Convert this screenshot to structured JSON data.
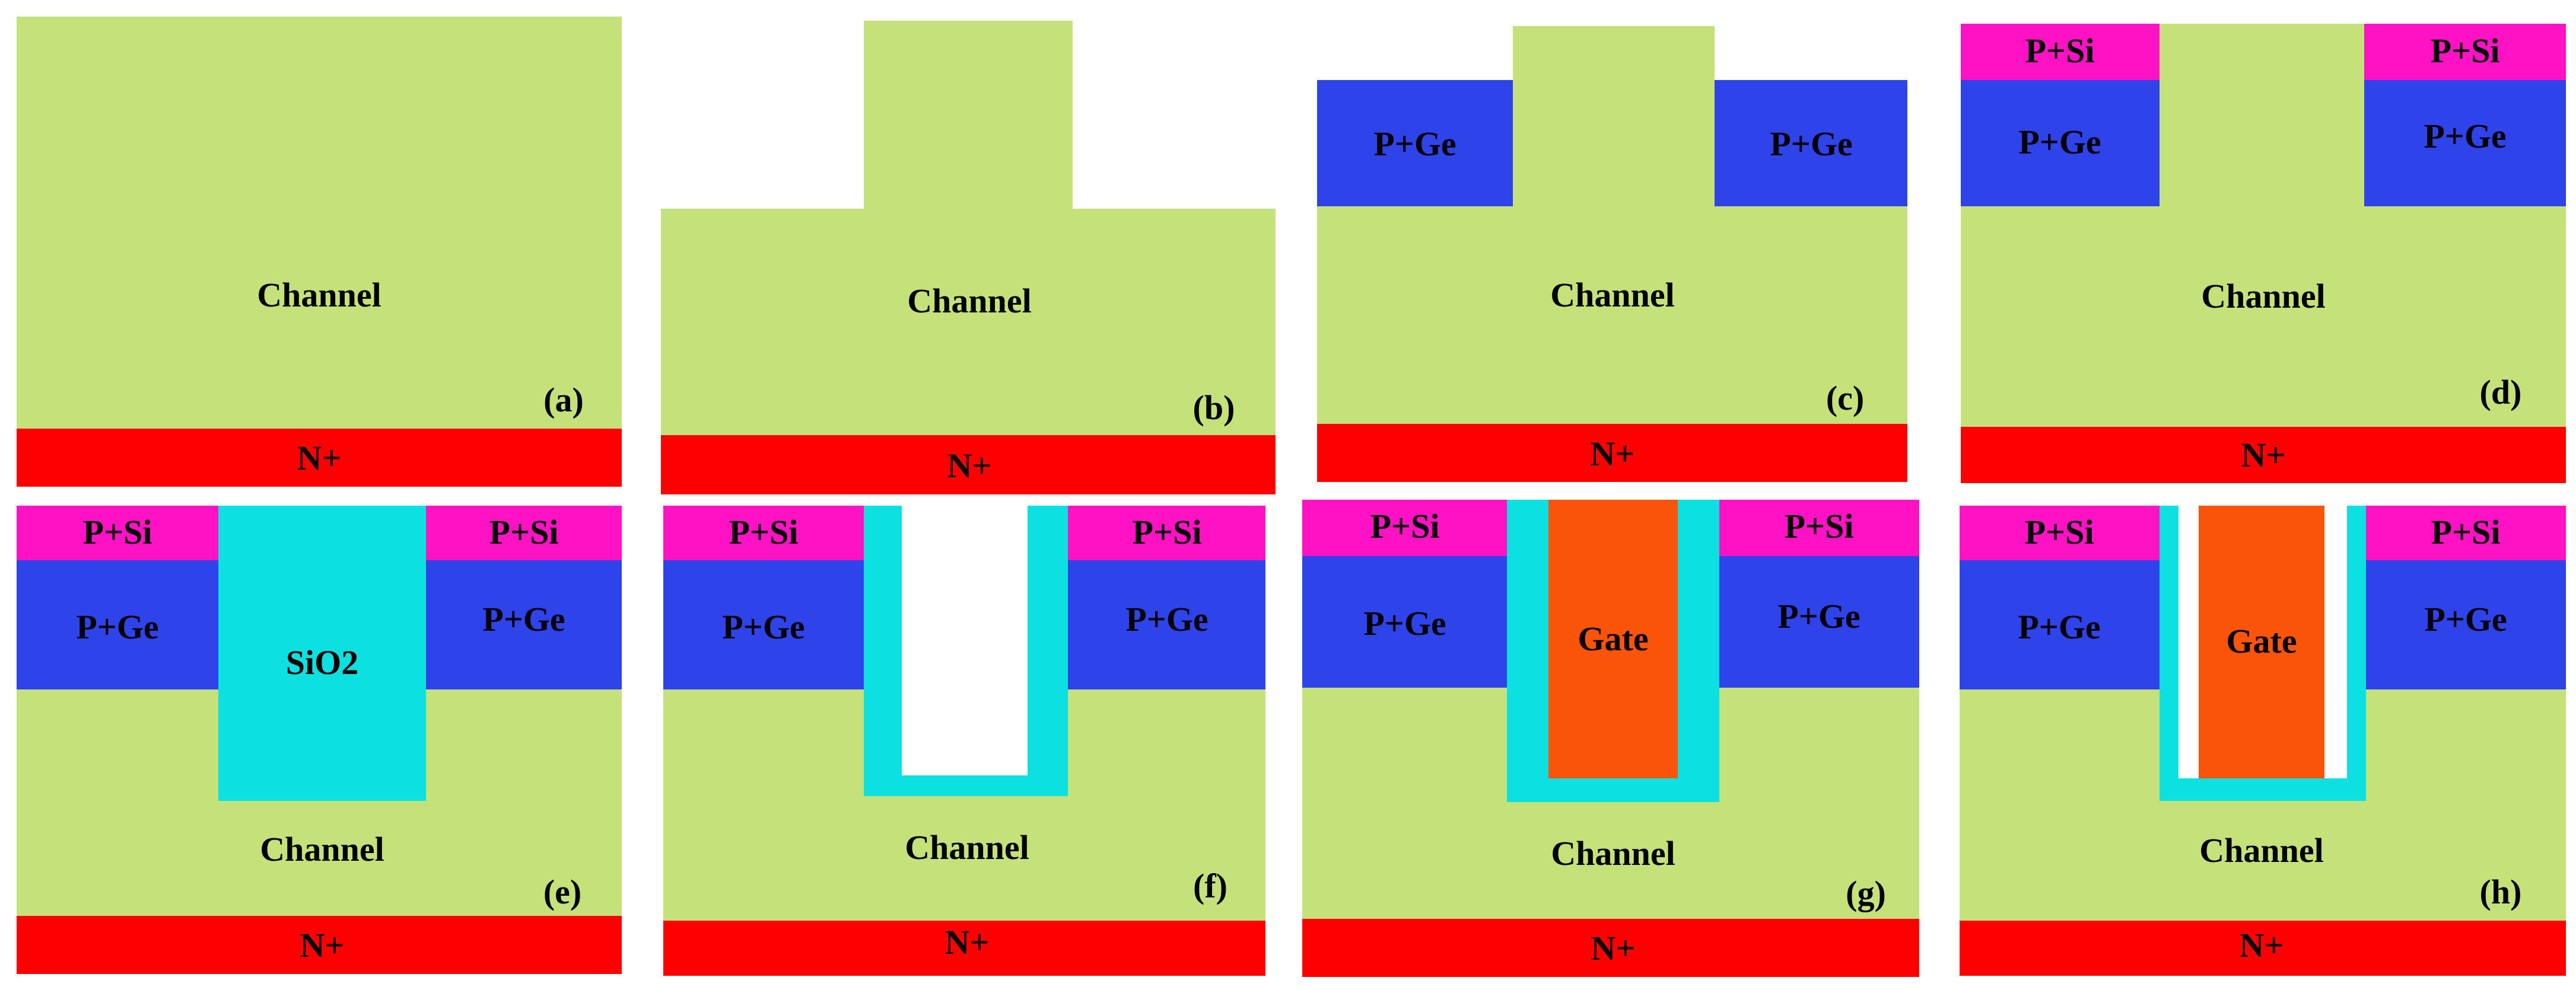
{
  "colors": {
    "channel": "#c5e17a",
    "n_plus": "#ff0000",
    "p_ge": "#2f43ea",
    "p_si": "#ff12c4",
    "sio2": "#0de0e0",
    "gate": "#fa540b",
    "void": "#ffffff"
  },
  "labels": {
    "channel": "Channel",
    "n_plus": "N",
    "plus": "+",
    "p": "P",
    "ge": "Ge",
    "si": "Si",
    "sio2_main": "SiO",
    "sio2_sub": "2",
    "gate": "Gate"
  },
  "panels": [
    {
      "id": "a",
      "tag": "(a)"
    },
    {
      "id": "b",
      "tag": "(b)"
    },
    {
      "id": "c",
      "tag": "(c)"
    },
    {
      "id": "d",
      "tag": "(d)"
    },
    {
      "id": "e",
      "tag": "(e)"
    },
    {
      "id": "f",
      "tag": "(f)"
    },
    {
      "id": "g",
      "tag": "(g)"
    },
    {
      "id": "h",
      "tag": "(h)"
    }
  ]
}
